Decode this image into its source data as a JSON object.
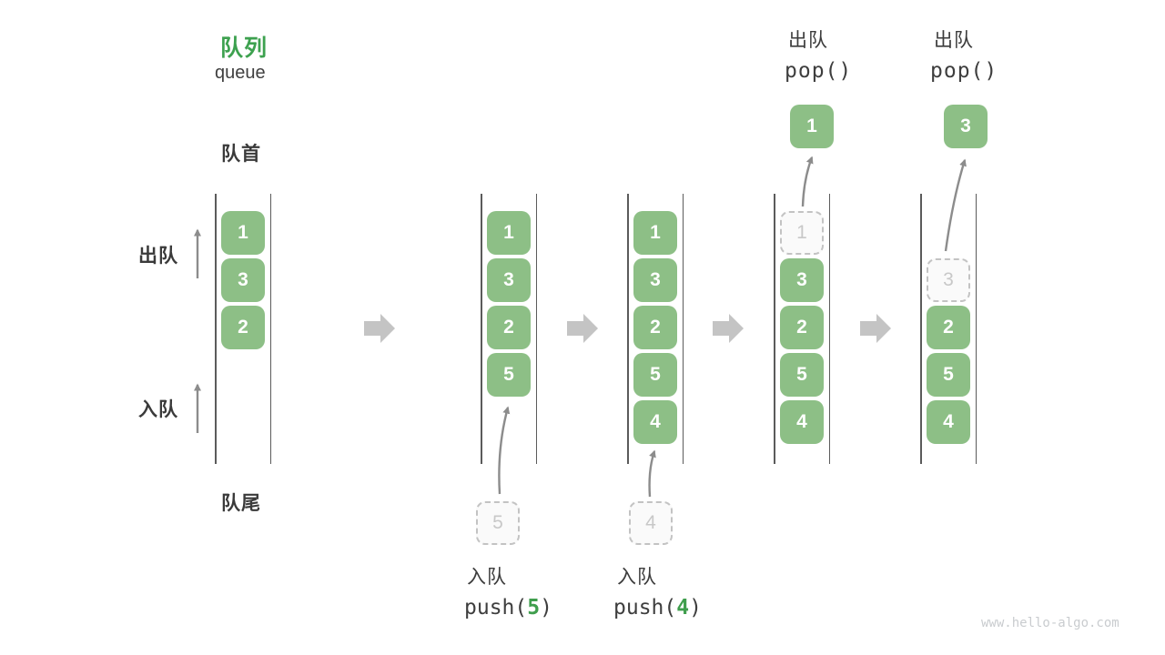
{
  "title": {
    "zh": "队列",
    "en": "queue"
  },
  "labels": {
    "front": "队首",
    "rear": "队尾",
    "dequeue_side": "出队",
    "enqueue_side": "入队"
  },
  "colors": {
    "accent_green": "#3da14f",
    "box_green": "#8dbf86",
    "box_text": "#ffffff",
    "dashed_border": "#c3c3c3",
    "dashed_text": "#c8c8c8",
    "text_dark": "#3c3c3c",
    "thin_arrow_gray": "#8c8c8c",
    "block_arrow_gray": "#c4c4c4",
    "wall_line": "#5b5b5b",
    "watermark_gray": "#c9cccf"
  },
  "icons": {
    "step_arrow": "right-block-arrow",
    "flow_arrow": "thin-curved-arrow"
  },
  "queues": [
    {
      "slots": [
        {
          "v": "1",
          "style": "solid"
        },
        {
          "v": "3",
          "style": "solid"
        },
        {
          "v": "2",
          "style": "solid"
        }
      ]
    },
    {
      "slots": [
        {
          "v": "1",
          "style": "solid"
        },
        {
          "v": "3",
          "style": "solid"
        },
        {
          "v": "2",
          "style": "solid"
        },
        {
          "v": "5",
          "style": "solid"
        }
      ],
      "staged": {
        "v": "5"
      },
      "action": {
        "verb": "入队",
        "pre": "push(",
        "arg": "5",
        "post": ")"
      }
    },
    {
      "slots": [
        {
          "v": "1",
          "style": "solid"
        },
        {
          "v": "3",
          "style": "solid"
        },
        {
          "v": "2",
          "style": "solid"
        },
        {
          "v": "5",
          "style": "solid"
        },
        {
          "v": "4",
          "style": "solid"
        }
      ],
      "staged": {
        "v": "4"
      },
      "action": {
        "verb": "入队",
        "pre": "push(",
        "arg": "4",
        "post": ")"
      }
    },
    {
      "slots": [
        {
          "v": "1",
          "style": "dashed"
        },
        {
          "v": "3",
          "style": "solid"
        },
        {
          "v": "2",
          "style": "solid"
        },
        {
          "v": "5",
          "style": "solid"
        },
        {
          "v": "4",
          "style": "solid"
        }
      ],
      "popped": {
        "v": "1"
      },
      "action": {
        "verb": "出队",
        "code": "pop()"
      }
    },
    {
      "slots": [
        {
          "style": "empty"
        },
        {
          "v": "3",
          "style": "dashed"
        },
        {
          "v": "2",
          "style": "solid"
        },
        {
          "v": "5",
          "style": "solid"
        },
        {
          "v": "4",
          "style": "solid"
        }
      ],
      "popped": {
        "v": "3"
      },
      "action": {
        "verb": "出队",
        "code": "pop()"
      }
    }
  ],
  "watermark": "www.hello-algo.com"
}
